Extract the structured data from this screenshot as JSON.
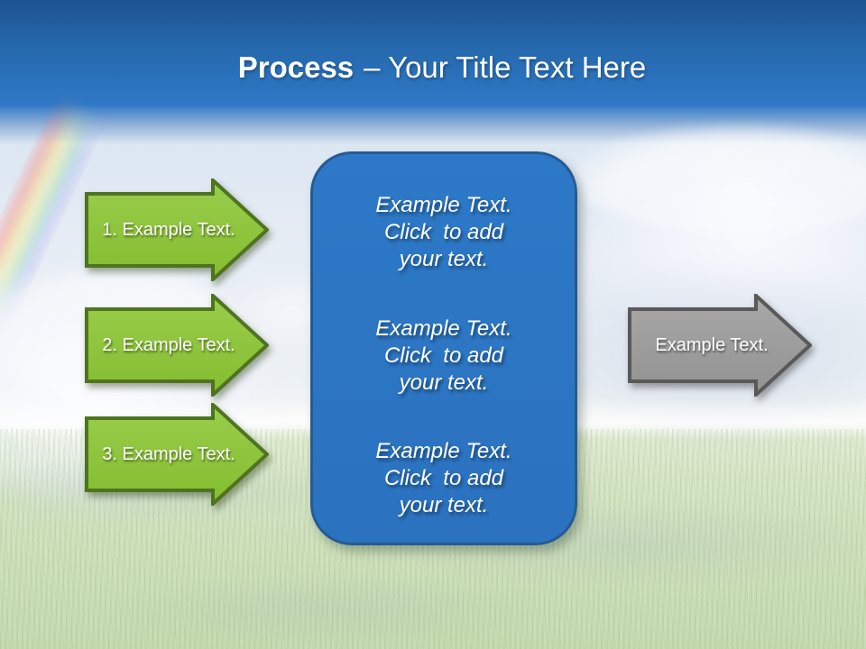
{
  "title": {
    "emphasis": "Process",
    "rest": "– Your Title Text Here"
  },
  "steps": [
    {
      "label": "1. Example Text."
    },
    {
      "label": "2. Example Text."
    },
    {
      "label": "3. Example Text."
    }
  ],
  "panel": {
    "blocks": [
      [
        "Example Text.",
        "Click  to add",
        "your text."
      ],
      [
        "Example Text.",
        "Click  to add",
        "your text."
      ],
      [
        "Example Text.",
        "Click  to add",
        "your text."
      ]
    ]
  },
  "output_arrow": {
    "label": "Example Text."
  },
  "colors": {
    "banner_blue_top": "#1e5390",
    "banner_blue_bottom": "#3078c6",
    "step_green": "#8fc63e",
    "step_green_border": "#4e7420",
    "panel_blue": "#2d79c7",
    "panel_border": "#255a94",
    "output_gray": "#9d9d9d",
    "output_gray_border": "#595959"
  }
}
